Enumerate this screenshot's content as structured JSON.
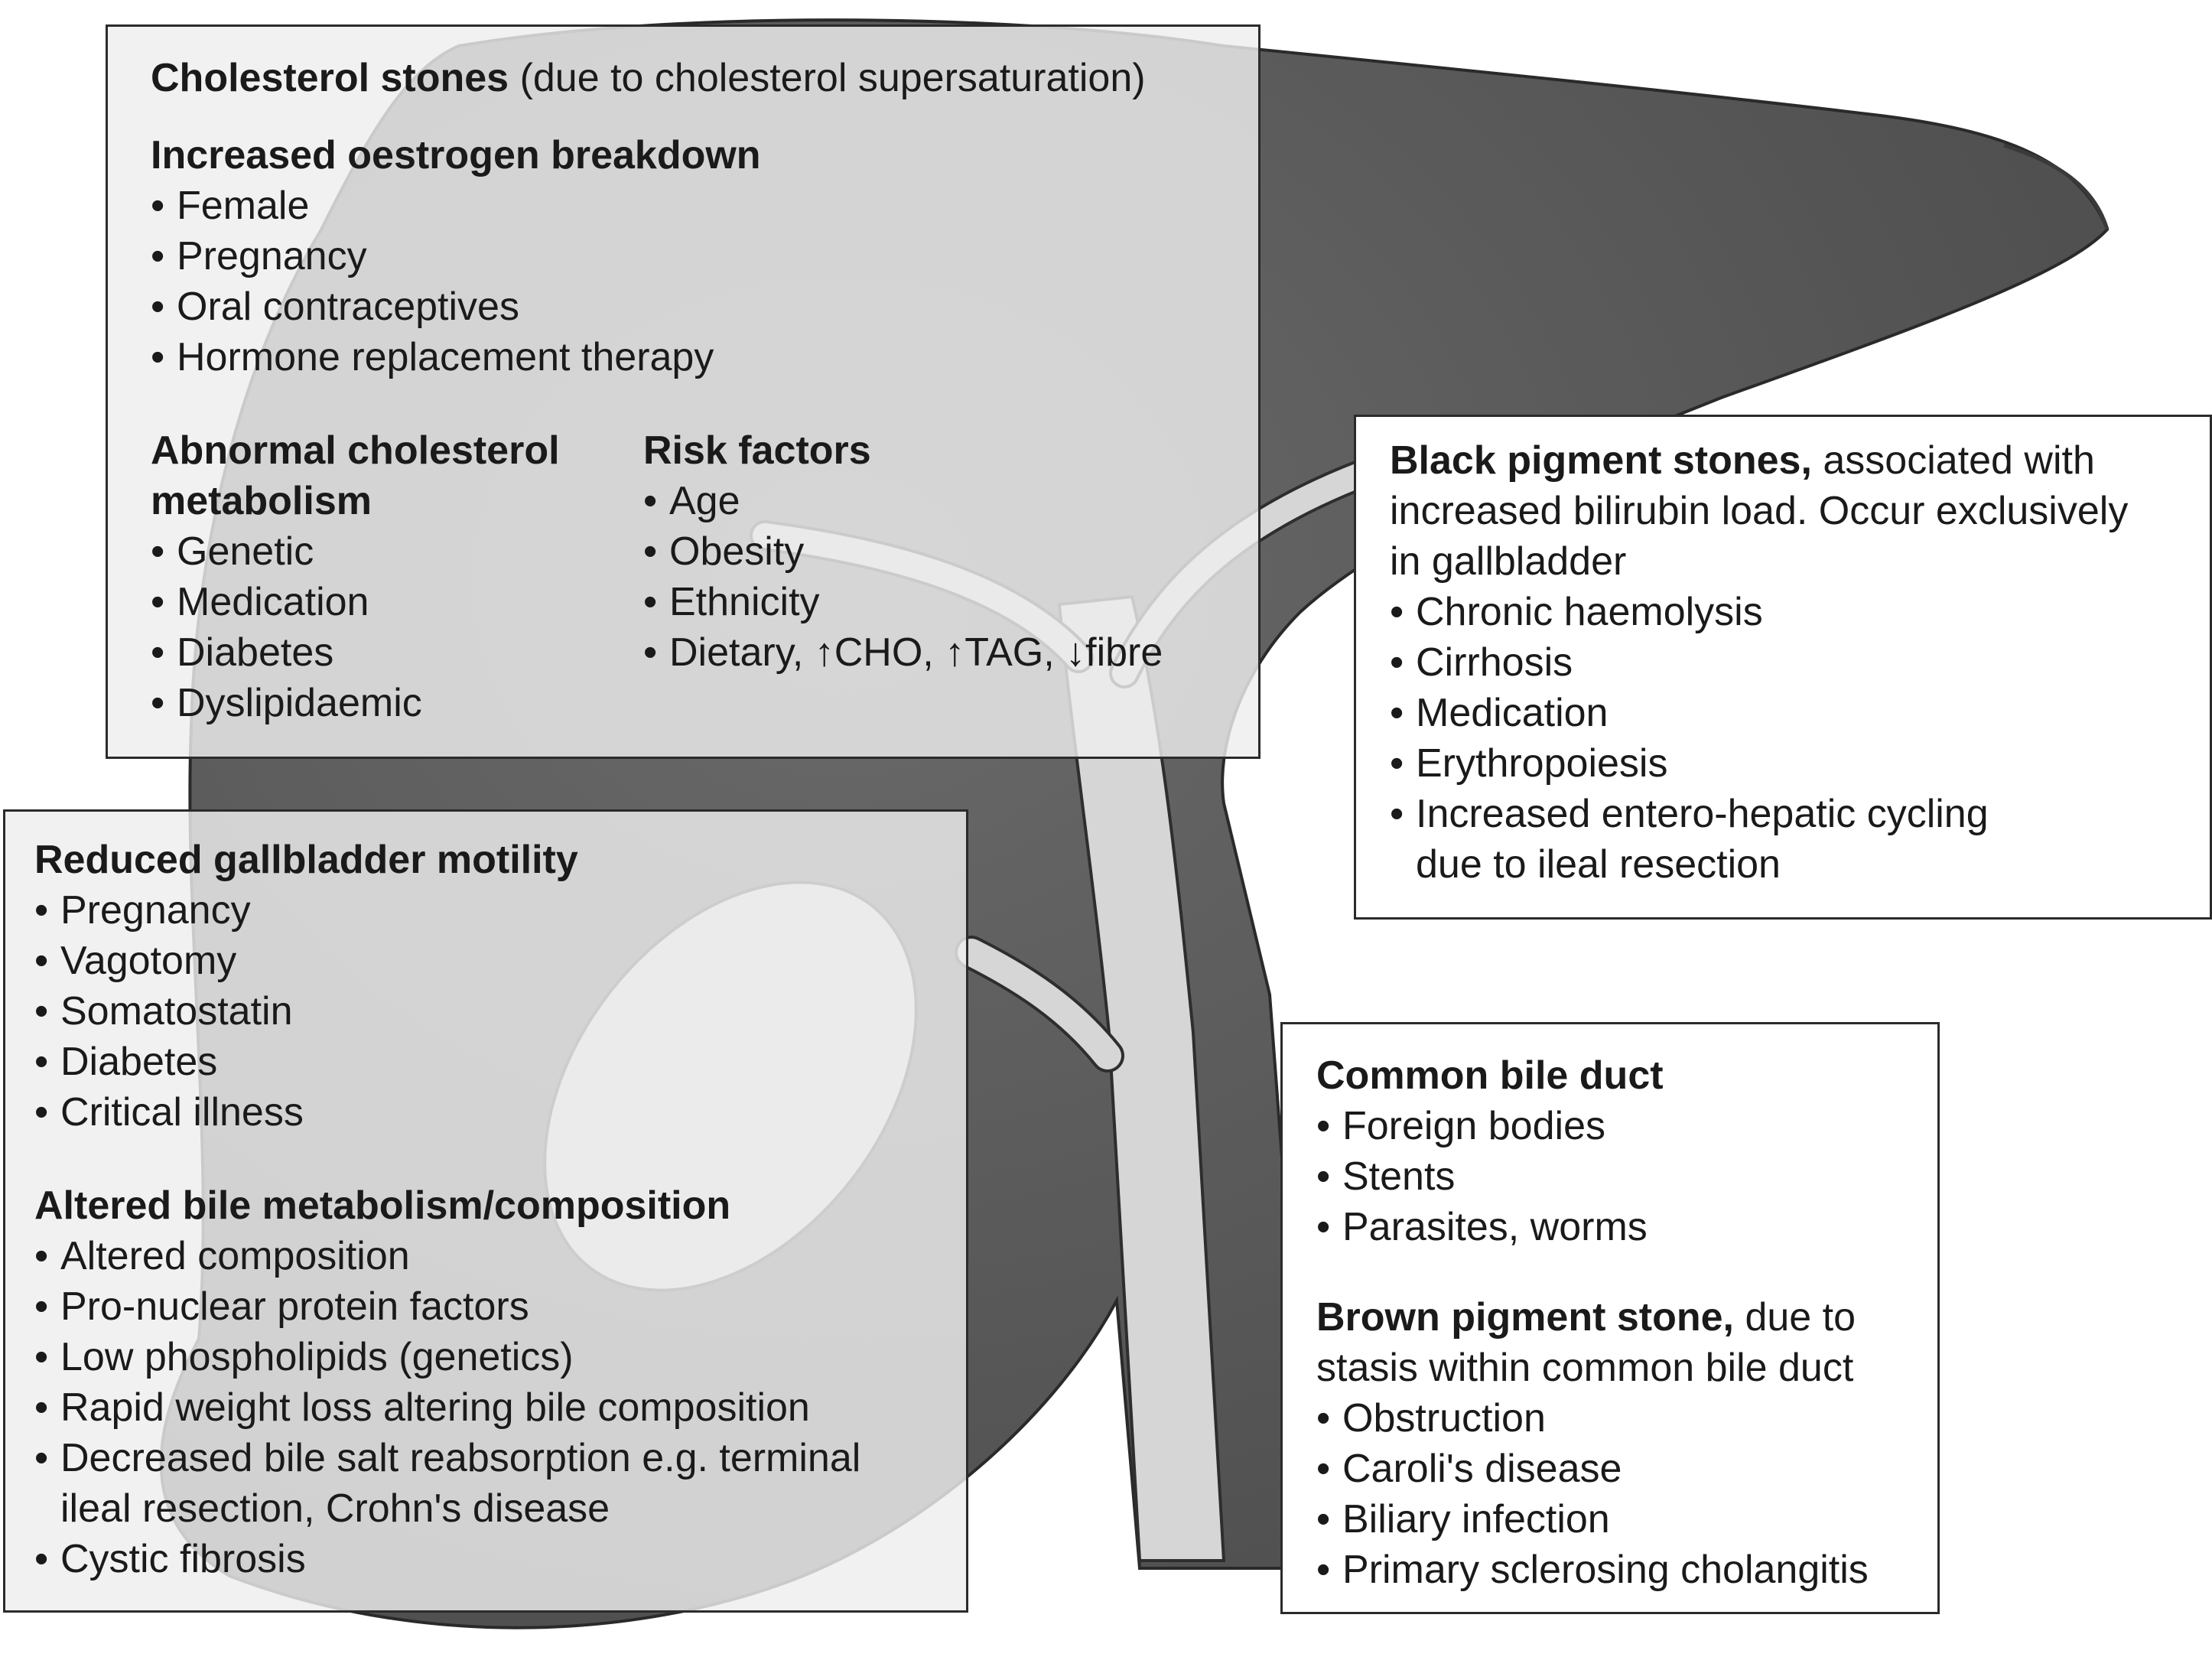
{
  "cholesterol_box": {
    "heading": "Cholesterol stones",
    "heading_note": "(due to cholesterol supersaturation)",
    "oestrogen": {
      "title": "Increased oestrogen breakdown",
      "items": [
        "Female",
        "Pregnancy",
        "Oral contraceptives",
        "Hormone replacement therapy"
      ]
    },
    "metabolism": {
      "title_line1": "Abnormal cholesterol",
      "title_line2": "metabolism",
      "items": [
        "Genetic",
        "Medication",
        "Diabetes",
        "Dyslipidaemic"
      ]
    },
    "risk": {
      "title": "Risk factors",
      "items": [
        "Age",
        "Obesity",
        "Ethnicity",
        "Dietary, ↑CHO, ↑TAG, ↓fibre"
      ]
    }
  },
  "black_box": {
    "heading": "Black pigment stones,",
    "heading_rest": "associated with",
    "desc_line2": "increased bilirubin load. Occur exclusively",
    "desc_line3": "in gallbladder",
    "items": [
      "Chronic haemolysis",
      "Cirrhosis",
      "Medication",
      "Erythropoiesis",
      "Increased entero-hepatic cycling"
    ],
    "item_continuation": "due to ileal resection"
  },
  "gallbladder_box": {
    "motility": {
      "title": "Reduced gallbladder motility",
      "items": [
        "Pregnancy",
        "Vagotomy",
        "Somatostatin",
        "Diabetes",
        "Critical illness"
      ]
    },
    "bile": {
      "title": "Altered bile metabolism/composition",
      "items": [
        "Altered composition",
        "Pro-nuclear protein factors",
        "Low phospholipids (genetics)",
        "Rapid weight loss altering bile composition",
        "Decreased bile salt reabsorption e.g. terminal"
      ],
      "item_continuation": "ileal resection, Crohn's disease",
      "last_item": "Cystic fibrosis"
    }
  },
  "cbd_box": {
    "duct": {
      "title": "Common bile duct",
      "items": [
        "Foreign bodies",
        "Stents",
        "Parasites, worms"
      ]
    },
    "brown": {
      "heading": "Brown pigment stone,",
      "heading_rest": "due to",
      "desc_line2": "stasis within common bile duct",
      "items": [
        "Obstruction",
        "Caroli's disease",
        "Biliary infection",
        "Primary sclerosing cholangitis"
      ]
    }
  },
  "bullet": "•"
}
